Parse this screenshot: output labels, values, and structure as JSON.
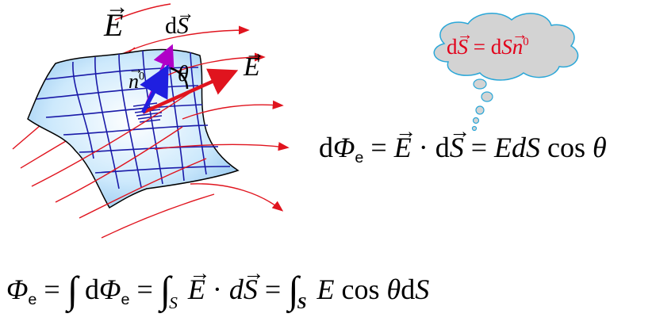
{
  "figure": {
    "field_label": "E",
    "area_label": "dS",
    "area_label_d": "d",
    "area_label_s": "S",
    "field_label_2": "E",
    "normal_label": "n",
    "normal_sup": "0",
    "angle_label": "θ",
    "colors": {
      "surface_fill": "#bfe3fb",
      "surface_edge": "#ffffff",
      "grid": "#1a1aa8",
      "field_lines": "#e0141e",
      "normal_arrow": "#1f1fe0",
      "ds_arrow": "#b000c8",
      "cloud_fill": "#d3d3d3",
      "cloud_edge": "#2aa7d8",
      "cloud_text": "#e2001a"
    }
  },
  "cloud": {
    "lhs_d": "d",
    "lhs_s": "S",
    "eq": "=",
    "rhs_d": "d",
    "rhs_s": "S",
    "rhs_n": "n",
    "rhs_sup": "0"
  },
  "formula1": {
    "d": "d",
    "phi": "Φ",
    "phi_sub": "e",
    "eq1": "=",
    "E": "E",
    "dot": "·",
    "dS_d": "d",
    "dS_s": "S",
    "eq2": "=",
    "rhs": "EdS",
    "cos": "cos",
    "theta": "θ"
  },
  "formula2": {
    "phi": "Φ",
    "phi_sub": "e",
    "eq1": "=",
    "int1": "∫",
    "d": "d",
    "phi2": "Φ",
    "phi2_sub": "e",
    "eq2": "=",
    "int2": "∫",
    "int2_sub": "S",
    "E": "E",
    "dot": "·",
    "dS_d": "d",
    "dS_s": "S",
    "eq3": "=",
    "int3": "∫",
    "int3_sub": "S",
    "E2": "E",
    "cos": "cos",
    "theta": "θ",
    "tail_d": "d",
    "tail_s": "S"
  }
}
